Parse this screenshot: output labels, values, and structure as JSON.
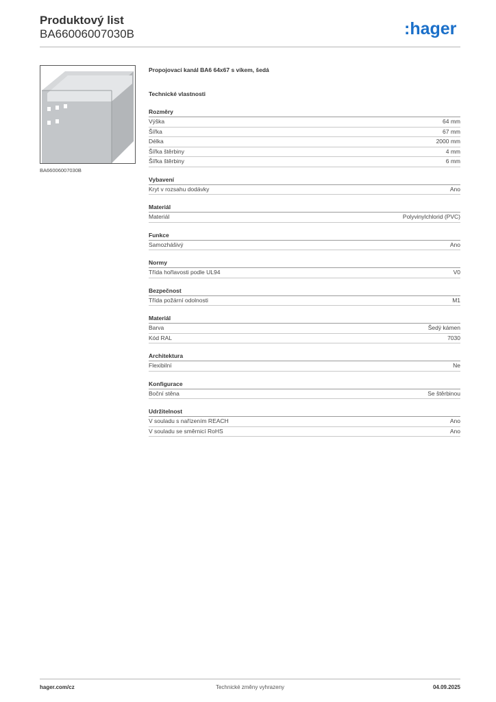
{
  "header": {
    "title": "Produktový list",
    "code": "BA66006007030B",
    "logo_text": ":hager",
    "brand_color": "#1a6fc9"
  },
  "image": {
    "caption": "BA66006007030B"
  },
  "product_name": "Propojovací kanál BA6 64x67 s víkem, šedá",
  "tech_title": "Technické vlastnosti",
  "sections": [
    {
      "title": "Rozměry",
      "rows": [
        {
          "label": "Výška",
          "value": "64 mm"
        },
        {
          "label": "Šířka",
          "value": "67 mm"
        },
        {
          "label": "Délka",
          "value": "2000 mm"
        },
        {
          "label": "Šířka štěrbiny",
          "value": "4 mm"
        },
        {
          "label": "Šířka štěrbiny",
          "value": "6 mm"
        }
      ]
    },
    {
      "title": "Vybavení",
      "rows": [
        {
          "label": "Kryt v rozsahu dodávky",
          "value": "Ano"
        }
      ]
    },
    {
      "title": "Materiál",
      "rows": [
        {
          "label": "Materiál",
          "value": "Polyvinylchlorid (PVC)"
        }
      ]
    },
    {
      "title": "Funkce",
      "rows": [
        {
          "label": "Samozhášivý",
          "value": "Ano"
        }
      ]
    },
    {
      "title": "Normy",
      "rows": [
        {
          "label": "Třída hořlavosti podle UL94",
          "value": "V0"
        }
      ]
    },
    {
      "title": "Bezpečnost",
      "rows": [
        {
          "label": "Třída požární odolnosti",
          "value": "M1"
        }
      ]
    },
    {
      "title": "Materiál",
      "rows": [
        {
          "label": "Barva",
          "value": "Šedý kámen"
        },
        {
          "label": "Kód RAL",
          "value": "7030"
        }
      ]
    },
    {
      "title": "Architektura",
      "rows": [
        {
          "label": "Flexibilní",
          "value": "Ne"
        }
      ]
    },
    {
      "title": "Konfigurace",
      "rows": [
        {
          "label": "Boční stěna",
          "value": "Se štěrbinou"
        }
      ]
    },
    {
      "title": "Udržitelnost",
      "rows": [
        {
          "label": "V souladu s nařízením REACH",
          "value": "Ano"
        },
        {
          "label": "V souladu se směrnicí RoHS",
          "value": "Ano"
        }
      ]
    }
  ],
  "footer": {
    "website": "hager.com/cz",
    "notice": "Technické změny vyhrazeny",
    "date": "04.09.2025"
  }
}
